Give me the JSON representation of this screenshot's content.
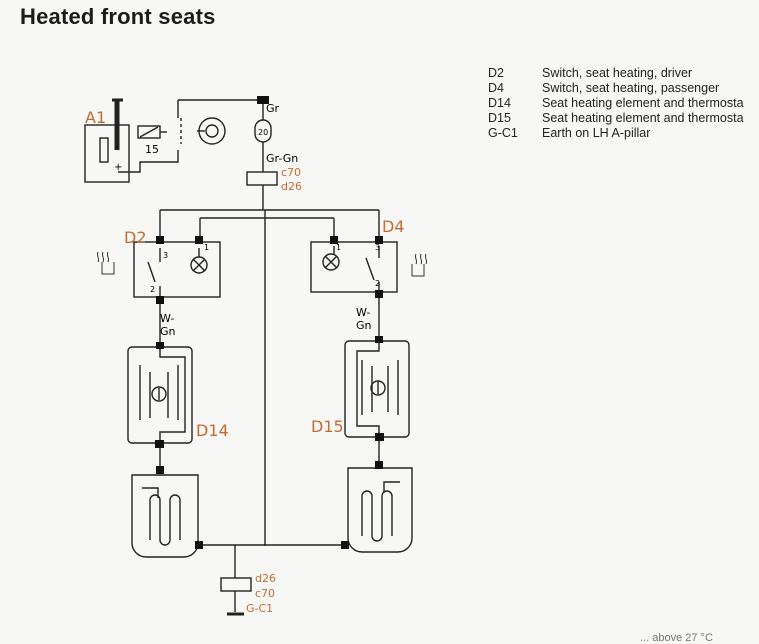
{
  "title": "Heated front seats",
  "legend": [
    {
      "code": "D2",
      "desc": "Switch, seat heating, driver"
    },
    {
      "code": "D4",
      "desc": "Switch, seat heating, passenger"
    },
    {
      "code": "D14",
      "desc": "Seat heating element and thermosta"
    },
    {
      "code": "D15",
      "desc": "Seat heating element and thermosta"
    },
    {
      "code": "G-C1",
      "desc": "Earth on LH A-pillar"
    }
  ],
  "diagram": {
    "a1": "A1",
    "fuse_num": "15",
    "fuse_20": "20",
    "wire_gr": "Gr",
    "wire_gr_gn": "Gr-Gn",
    "conn_top_c": "c70",
    "conn_top_d": "d26",
    "d2": "D2",
    "d4": "D4",
    "d14": "D14",
    "d15": "D15",
    "wire_w": "W-",
    "wire_gn": "Gn",
    "pin1": "1",
    "pin2": "2",
    "pin3": "3",
    "conn_bot_d": "d26",
    "conn_bot_c": "c70",
    "gc1": "G-C1",
    "minus": "-",
    "plus": "+"
  },
  "footer": "... above 27 °C"
}
